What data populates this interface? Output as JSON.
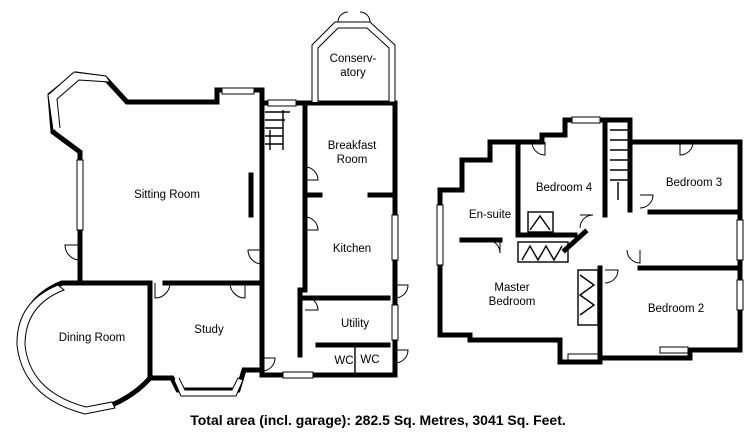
{
  "ground_floor": {
    "rooms": {
      "conservatory_line1": "Conserv-",
      "conservatory_line2": "atory",
      "breakfast_line1": "Breakfast",
      "breakfast_line2": "Room",
      "sitting_room": "Sitting Room",
      "kitchen": "Kitchen",
      "utility": "Utility",
      "wc1": "WC",
      "wc2": "WC",
      "dining_room": "Dining Room",
      "study": "Study"
    }
  },
  "first_floor": {
    "rooms": {
      "bedroom4": "Bedroom 4",
      "bedroom3": "Bedroom 3",
      "ensuite": "En-suite",
      "master_line1": "Master",
      "master_line2": "Bedroom",
      "bedroom2": "Bedroom 2"
    }
  },
  "caption": "Total area (incl. garage): 282.5 Sq. Metres, 3041 Sq. Feet."
}
